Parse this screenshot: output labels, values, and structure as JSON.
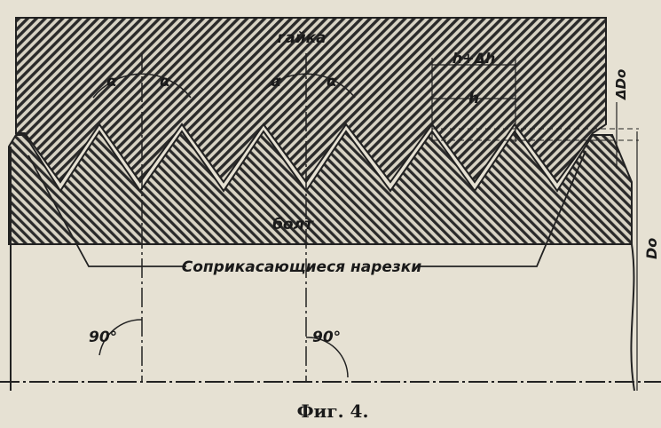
{
  "labels": {
    "nut": "гайка",
    "bolt": "болт",
    "contact": "Соприкасающиеся нарезки",
    "alpha": "α",
    "h_plus_dh": "h+Δh",
    "h": "h",
    "delta_d0": "ΔDo",
    "d0": "Do",
    "angle_left": "90°",
    "angle_right": "90°"
  },
  "caption": "Фиг. 4."
}
